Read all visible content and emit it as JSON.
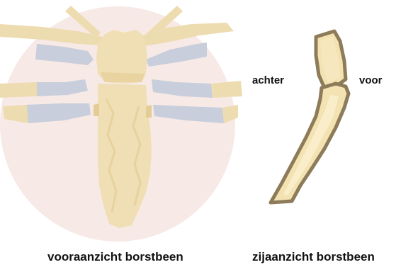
{
  "captions": {
    "front_view": "vooraanzicht borstbeen",
    "side_view": "zijaanzicht borstbeen"
  },
  "side_view_labels": {
    "back": "achter",
    "front": "voor"
  },
  "colors": {
    "background": "#ffffff",
    "circle": "#f7e9e6",
    "bone": "#f0dfb4",
    "bone_shadow": "#e3cc95",
    "rib_bone": "#eedcb1",
    "cartilage": "#c8cedb",
    "side_bone_fill": "#f3e2b2",
    "side_bone_outline": "#8d7b5a",
    "text": "#111111"
  },
  "icons": {
    "front_view": "sternum-front-illustration",
    "side_view": "sternum-side-illustration"
  }
}
